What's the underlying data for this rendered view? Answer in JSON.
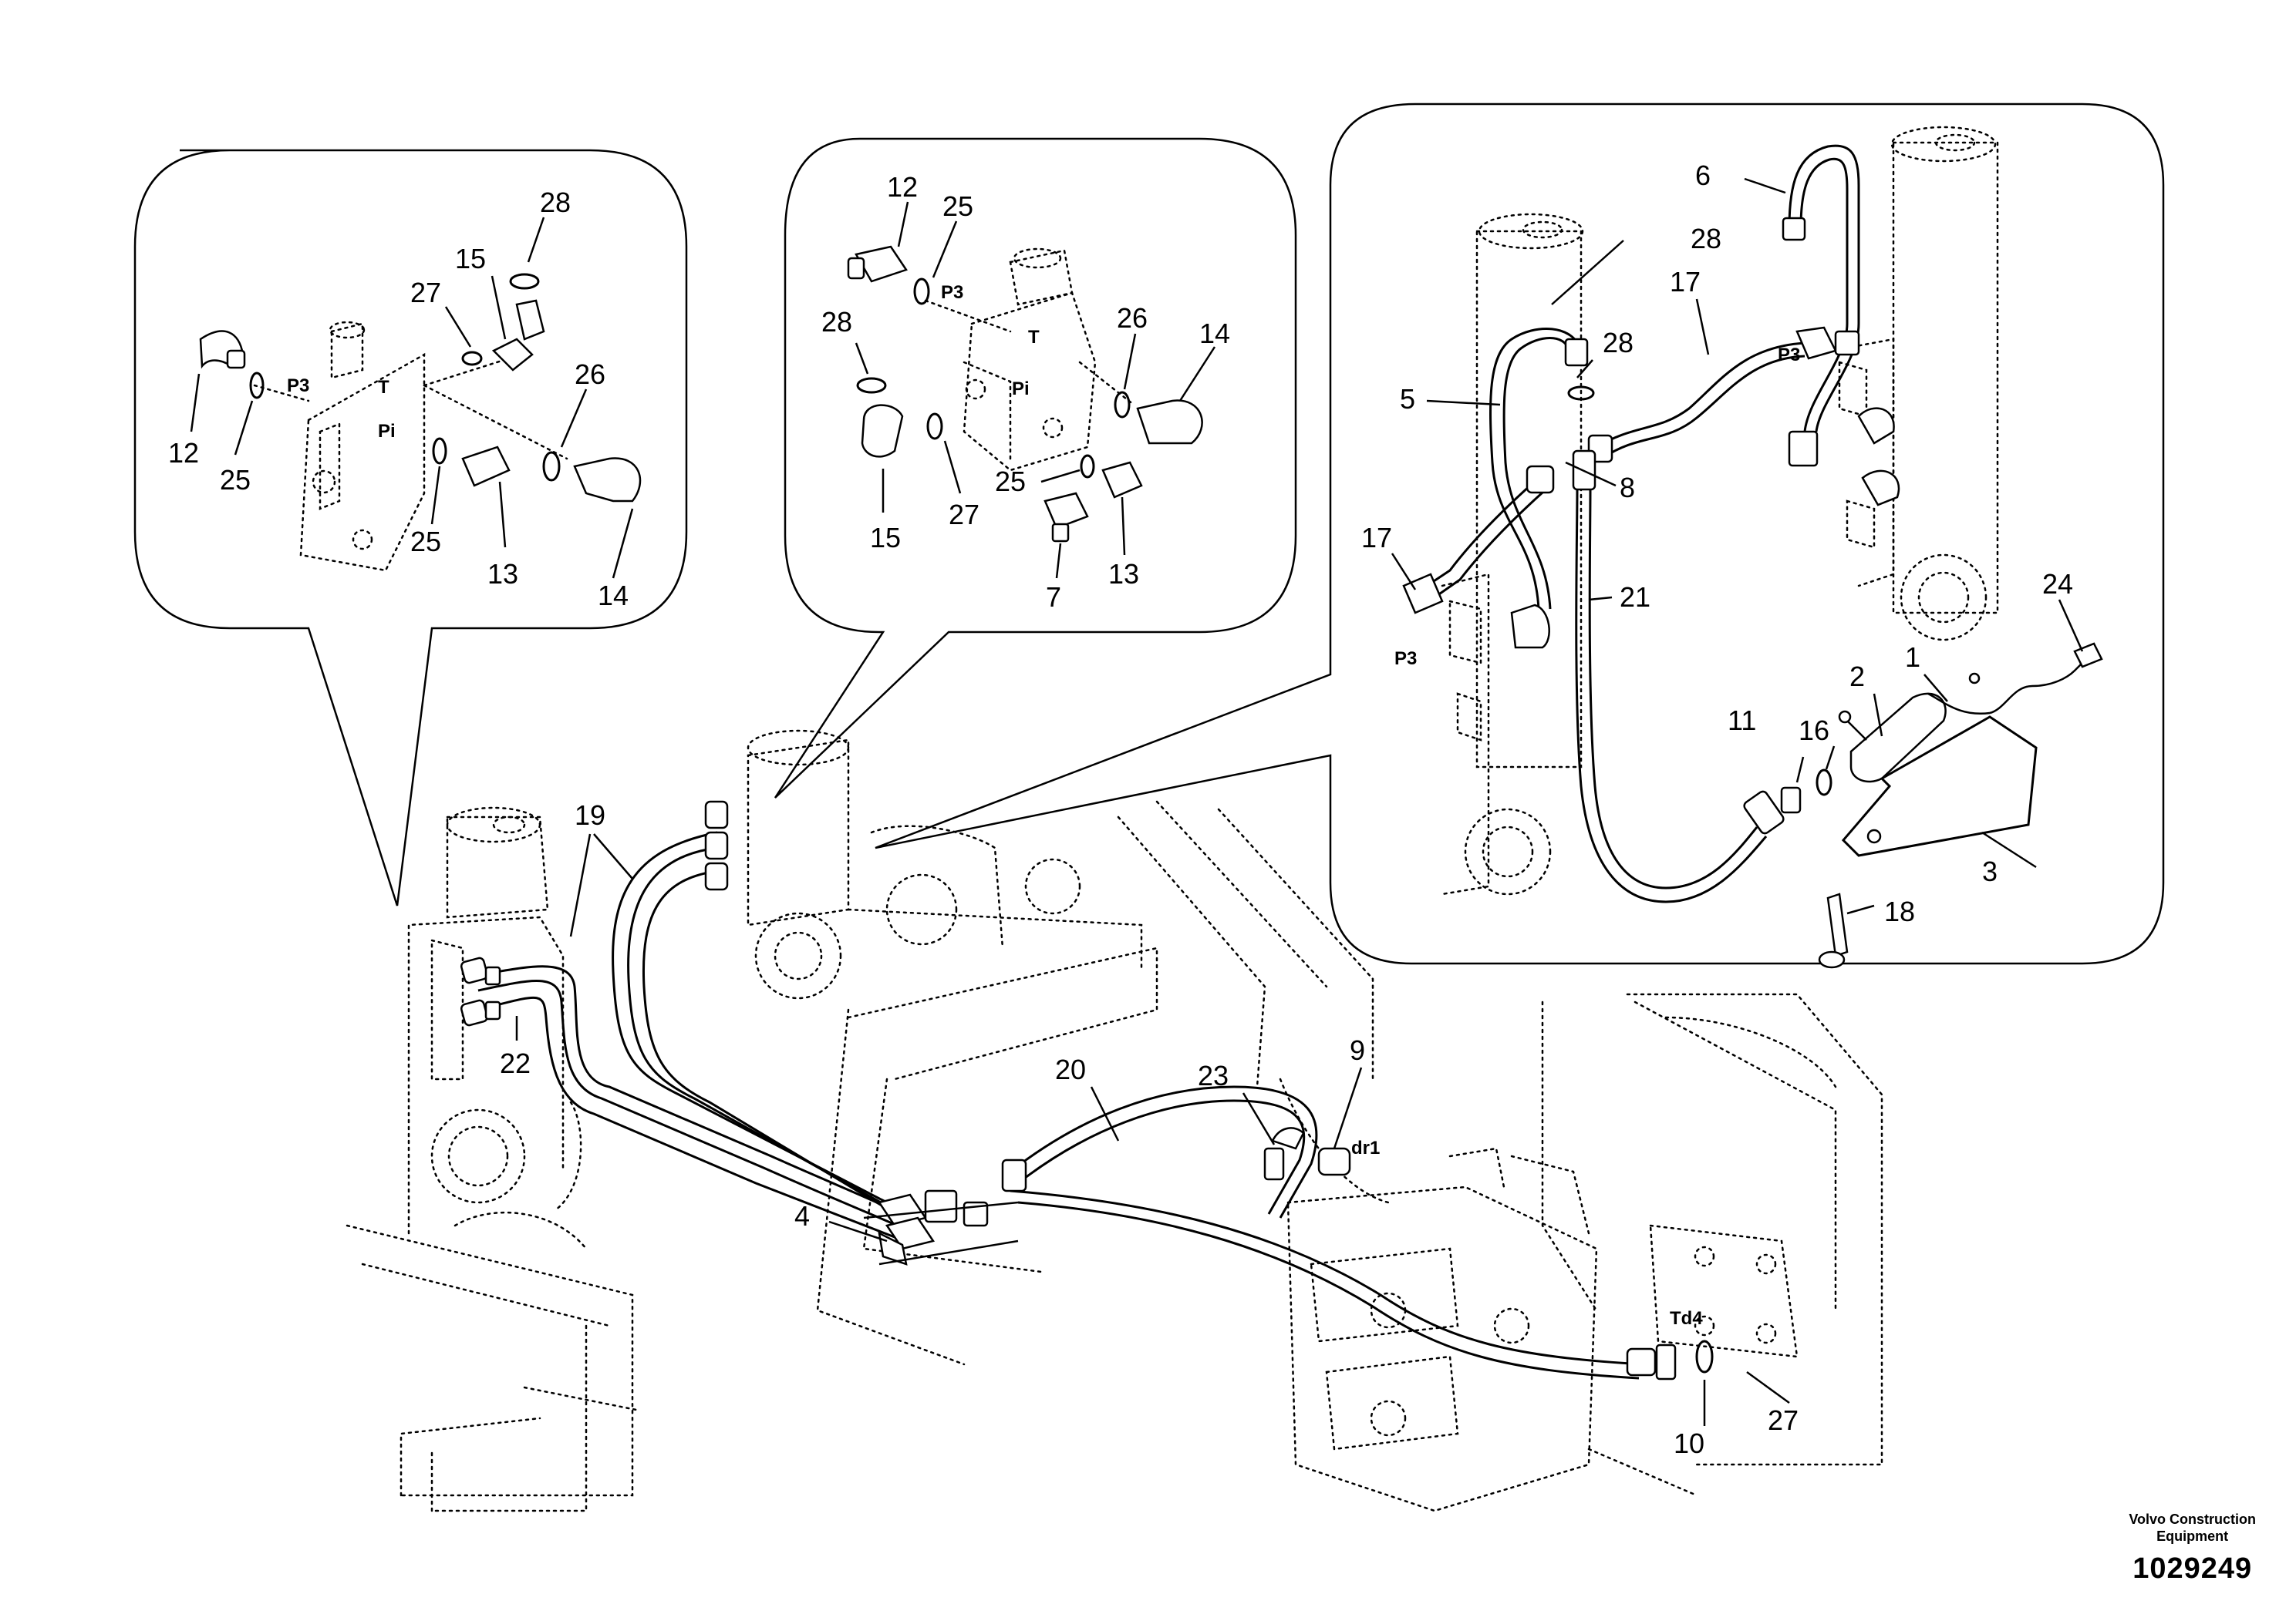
{
  "labels": {
    "l1": "1",
    "l2": "2",
    "l3": "3",
    "l4": "4",
    "l5": "5",
    "l6": "6",
    "l7": "7",
    "l8": "8",
    "l9": "9",
    "l10": "10",
    "l11": "11",
    "l16": "16",
    "l17": "17",
    "l17b": "17",
    "l18": "18",
    "l19": "19",
    "l20": "20",
    "l21": "21",
    "l22": "22",
    "l23": "23",
    "l24": "24",
    "l27": "27",
    "l28": "28",
    "a12": "12",
    "a25": "25",
    "a27": "27",
    "a28": "28",
    "a15": "15",
    "a26": "26",
    "a25b": "25",
    "a13": "13",
    "a14": "14",
    "b12": "12",
    "b25": "25",
    "b28": "28",
    "b26": "26",
    "b14": "14",
    "b15": "15",
    "b27": "27",
    "b25b": "25",
    "b7": "7",
    "b13": "13"
  },
  "ports": {
    "a_p3": "P3",
    "a_t": "T",
    "a_pi": "Pi",
    "b_p3": "P3",
    "b_t": "T",
    "b_pi": "Pi",
    "c_p3": "P3",
    "c_p3b": "P3",
    "m_td4": "Td4",
    "m_dr1": "dr1"
  },
  "footer": {
    "maker_line1": "Volvo Construction",
    "maker_line2": "Equipment",
    "doc_number": "1029249"
  }
}
